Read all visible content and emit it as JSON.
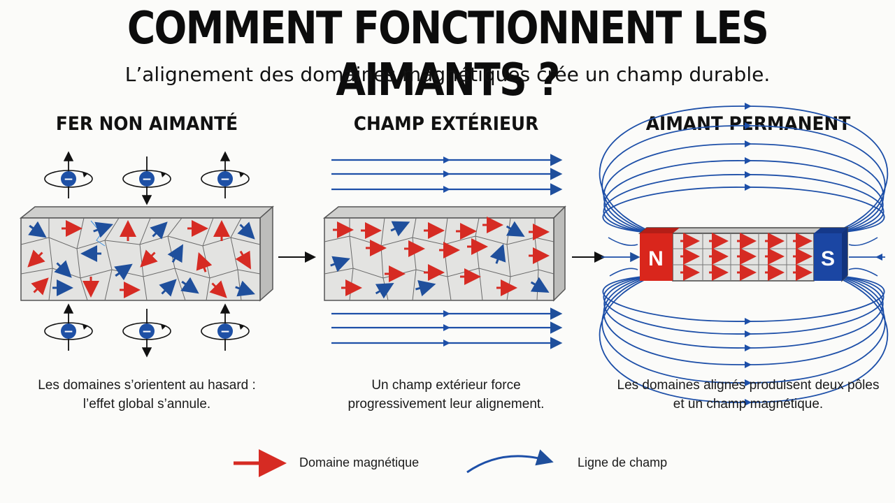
{
  "header": {
    "title": "COMMENT FONCTIONNENT LES AIMANTS ?",
    "subtitle": "L’alignement des domaines magnétiques crée un champ durable."
  },
  "panels": [
    {
      "heading": "FER NON AIMANTÉ",
      "caption_lines": [
        "Les domaines s’orientent au hasard :",
        "l’effet global s’annule."
      ]
    },
    {
      "heading": "CHAMP EXTÉRIEUR",
      "caption_lines": [
        "Un champ extérieur force",
        "progressivement leur alignement."
      ]
    },
    {
      "heading": "AIMANT PERMANENT",
      "caption_lines": [
        "Les domaines alignés produisent deux pôles",
        "et un champ magnétique."
      ]
    }
  ],
  "magnet": {
    "north_label": "N",
    "south_label": "S"
  },
  "electron_symbol": "−",
  "legend": {
    "domain_label": "Domaine magnétique",
    "field_label": "Ligne de champ"
  },
  "colors": {
    "domain_red": "#d62b23",
    "domain_blue": "#1f4f9c",
    "field_blue": "#1d4fa8",
    "north_red": "#d9261c",
    "south_blue": "#1b46a3",
    "block_face": "#e3e3e1",
    "block_top": "#cfcfcd",
    "block_side": "#bdbdbb",
    "electron_blue": "#1e50a5"
  },
  "icons": [
    "electron-spin-icon",
    "arrow-right-icon",
    "domain-arrow-icon",
    "field-line-icon"
  ]
}
